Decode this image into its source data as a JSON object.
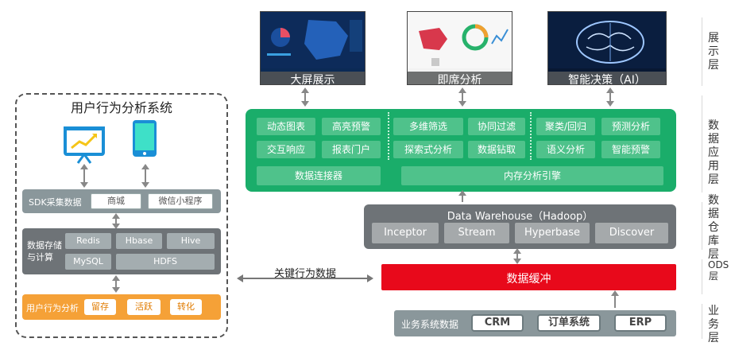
{
  "left_panel": {
    "title": "用户行为分析系统",
    "sdk": {
      "label": "SDK采集数据",
      "chips": [
        "商城",
        "微信小程序"
      ]
    },
    "storage": {
      "label_line1": "数据存储",
      "label_line2": "与计算",
      "chips": [
        "Redis",
        "Hbase",
        "Hive",
        "MySQL",
        "HDFS"
      ]
    },
    "analysis": {
      "label": "用户行为分析",
      "chips": [
        "留存",
        "活跃",
        "转化"
      ]
    }
  },
  "middle_arrow_label": "关键行为数据",
  "display": {
    "screens": [
      "大屏展示",
      "即席分析",
      "智能决策（AI）"
    ],
    "icons": [
      "dashboard-screenshot",
      "analytics-screenshot",
      "ai-brain-screenshot"
    ]
  },
  "app_layer": {
    "group1": [
      "动态图表",
      "高亮预警",
      "交互响应",
      "报表门户"
    ],
    "group2": [
      "多维筛选",
      "协同过滤",
      "探索式分析",
      "数据钻取"
    ],
    "group3": [
      "聚类/回归",
      "预测分析",
      "语义分析",
      "智能预警"
    ],
    "connector": "数据连接器",
    "engine": "内存分析引擎"
  },
  "warehouse": {
    "title": "Data Warehouse（Hadoop）",
    "chips": [
      "Inceptor",
      "Stream",
      "Hyperbase",
      "Discover"
    ]
  },
  "ods": {
    "label": "数据缓冲"
  },
  "business": {
    "label": "业务系统数据",
    "chips": [
      "CRM",
      "订单系统",
      "ERP"
    ]
  },
  "layers": [
    "展示层",
    "数据应用层",
    "数据仓库层",
    "ODS层",
    "业务层"
  ],
  "colors": {
    "green": "#1aad6a",
    "red": "#e8091b",
    "orange": "#f5a137",
    "grey": "#8a979b",
    "dark": "#6e7377"
  }
}
